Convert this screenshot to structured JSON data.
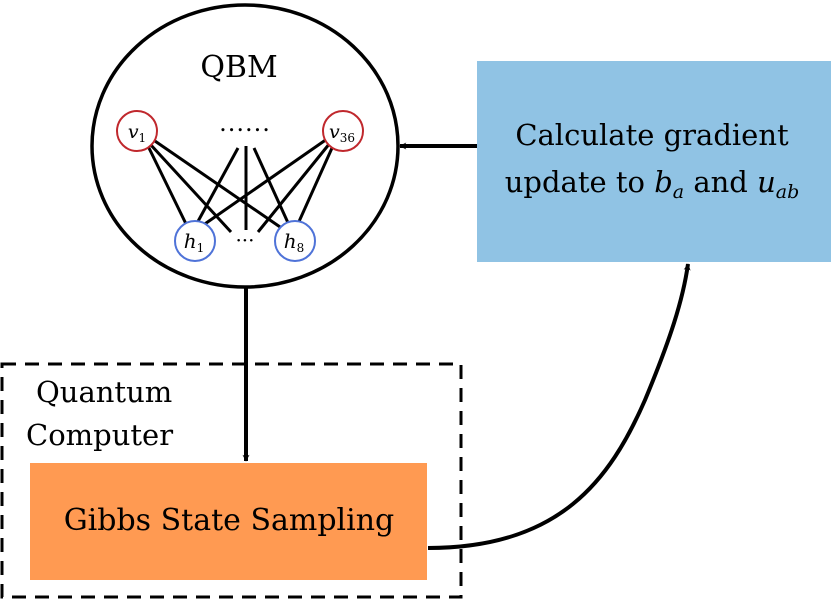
{
  "qbm": {
    "title": "QBM",
    "visible_nodes": [
      {
        "var": "v",
        "sub": "1"
      },
      {
        "var": "v",
        "sub": "36"
      }
    ],
    "hidden_nodes": [
      {
        "var": "h",
        "sub": "1"
      },
      {
        "var": "h",
        "sub": "8"
      }
    ],
    "visible_ellipsis": "......",
    "hidden_ellipsis": "···"
  },
  "gradient_box": {
    "line1": "Calculate gradient",
    "line2_prefix": "update to ",
    "line2_var1": "b",
    "line2_sub1": "a",
    "line2_mid": " and ",
    "line2_var2": "u",
    "line2_sub2": "ab"
  },
  "quantum_computer": {
    "label_line1": "Quantum",
    "label_line2": "Computer"
  },
  "gibbs_box": {
    "label": "Gibbs State Sampling"
  },
  "colors": {
    "visible_node": "#c0282d",
    "hidden_node": "#4f73d8",
    "gradient_box": "#90c3e4",
    "gibbs_box": "#ff9a52",
    "stroke": "#000000"
  }
}
